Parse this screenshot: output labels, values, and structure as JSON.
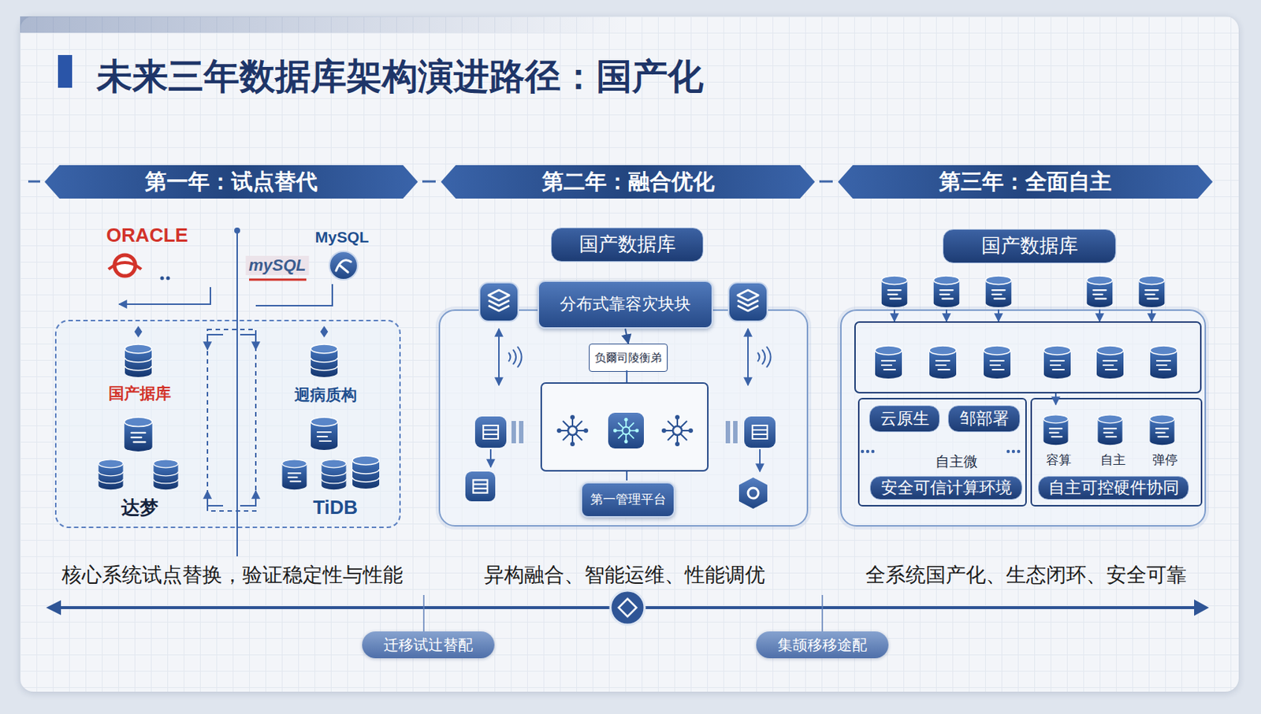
{
  "diagram": {
    "title": "未来三年数据库架构演进路径：国产化",
    "nodes": [
      {
        "text": [
          "第一年：试点替代"
        ]
      },
      {
        "text": [
          "第二年：融合优化"
        ]
      },
      {
        "text": [
          "第三年：全面自主"
        ]
      },
      {
        "text": [
          "国产据库",
          "迥病质构",
          "达梦",
          "TiDB",
          "核心系统试点替换，验证稳定性与性能"
        ]
      },
      {
        "text": [
          "国产数据库"
        ]
      },
      {
        "text": [
          "异构融合、智能运维、性能调优"
        ]
      },
      {
        "text": [
          "分布式靠容灾块块"
        ],
        "in": 5
      },
      {
        "text": [
          "负爾司陵衡弟"
        ],
        "in": 5
      },
      {
        "text": [
          "第一管理平台"
        ],
        "in": 5
      },
      {
        "text": [
          "国产数据库"
        ]
      },
      {
        "text": [
          "全系统国产化、生态闭环、安全可靠"
        ]
      },
      {
        "text": [
          "自主微"
        ],
        "in": 10
      },
      {
        "text": [
          "云原生"
        ],
        "in": 11
      },
      {
        "text": [
          "邹部署"
        ],
        "in": 11
      },
      {
        "text": [
          "安全可信计算环境"
        ],
        "in": 11
      },
      {
        "text": [
          "容算",
          "自主",
          "弹停"
        ],
        "in": 10
      },
      {
        "text": [
          "自主可控硬件协同"
        ],
        "in": 15
      },
      {
        "text": [
          "迁移试辻替配"
        ]
      },
      {
        "text": [
          "集颉移移途配"
        ]
      }
    ],
    "edges": [
      {
        "from": 6,
        "to": 7,
        "arrow": "to"
      }
    ],
    "labels": [
      "ORACLE",
      "MySQL",
      "mySQL"
    ]
  }
}
